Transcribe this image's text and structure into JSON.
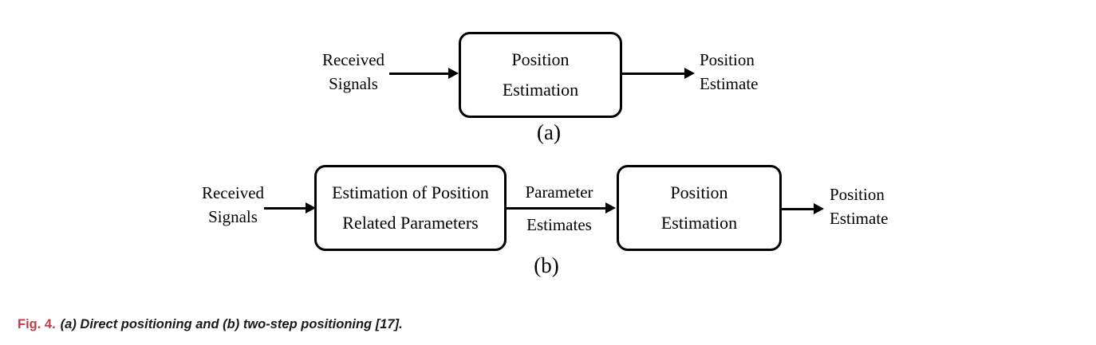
{
  "figure": {
    "a": {
      "input_line1": "Received",
      "input_line2": "Signals",
      "box_line1": "Position",
      "box_line2": "Estimation",
      "output_line1": "Position",
      "output_line2": "Estimate",
      "label": "(a)"
    },
    "b": {
      "input_line1": "Received",
      "input_line2": "Signals",
      "box1_line1": "Estimation of Position",
      "box1_line2": "Related Parameters",
      "mid_line1": "Parameter",
      "mid_line2": "Estimates",
      "box2_line1": "Position",
      "box2_line2": "Estimation",
      "output_line1": "Position",
      "output_line2": "Estimate",
      "label": "(b)"
    }
  },
  "caption": {
    "fig_label": "Fig. 4.",
    "text": "(a) Direct positioning and (b) two-step positioning [17]."
  },
  "colors": {
    "diagram_stroke": "#000000",
    "caption_accent": "#c5394a",
    "caption_text": "#1a1a1a",
    "background": "#ffffff"
  }
}
